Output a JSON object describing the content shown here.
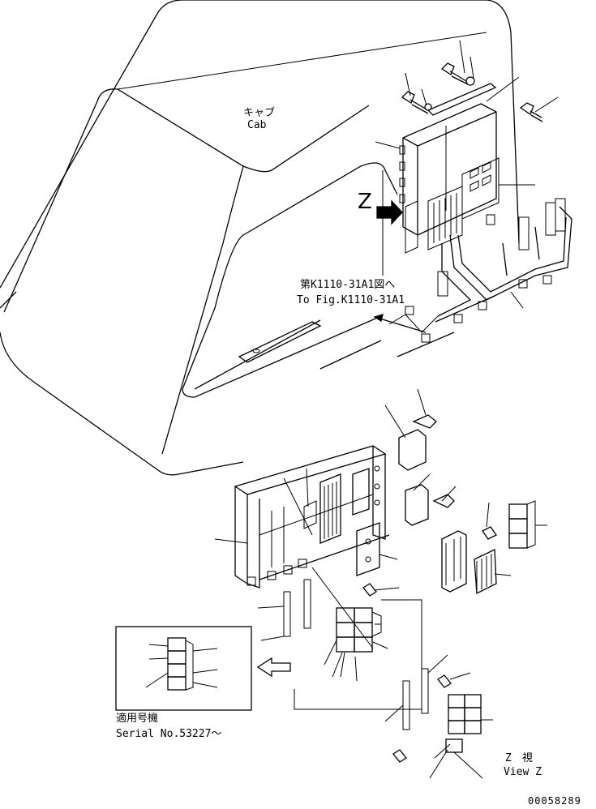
{
  "labels": {
    "cab_jp": "キャブ",
    "cab_en": "Cab",
    "view_letter": "Z",
    "ref_jp": "第K1110-31A1図へ",
    "ref_en": "To Fig.K1110-31A1",
    "serial_jp": "適用号機",
    "serial_en": "Serial No.53227～",
    "view_jp": "Z　視",
    "view_en": "View Z",
    "drawing_no": "00058289"
  }
}
